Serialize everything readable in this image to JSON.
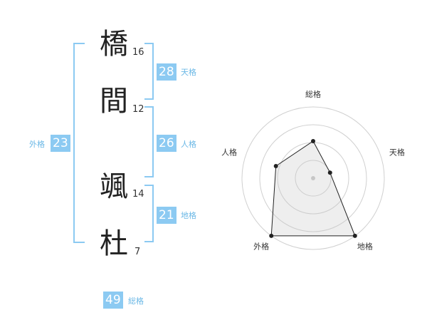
{
  "name": {
    "chars": [
      {
        "char": "橋",
        "strokes": "16"
      },
      {
        "char": "間",
        "strokes": "12"
      },
      {
        "char": "颯",
        "strokes": "14"
      },
      {
        "char": "杜",
        "strokes": "7"
      }
    ]
  },
  "kaku": {
    "tenkaku": {
      "value": "28",
      "label": "天格"
    },
    "jinkaku": {
      "value": "26",
      "label": "人格"
    },
    "chikaku": {
      "value": "21",
      "label": "地格"
    },
    "gaikaku": {
      "value": "23",
      "label": "外格"
    },
    "soukaku": {
      "value": "49",
      "label": "総格"
    }
  },
  "colors": {
    "accent": "#8ccaf2",
    "label": "#6bb8e6"
  },
  "chart_data": {
    "type": "radar",
    "axes": [
      "総格",
      "天格",
      "地格",
      "外格",
      "人格"
    ],
    "values": [
      0.52,
      0.25,
      1.0,
      1.0,
      0.55
    ],
    "range": [
      0,
      1
    ],
    "rings": 4,
    "grid": true
  }
}
